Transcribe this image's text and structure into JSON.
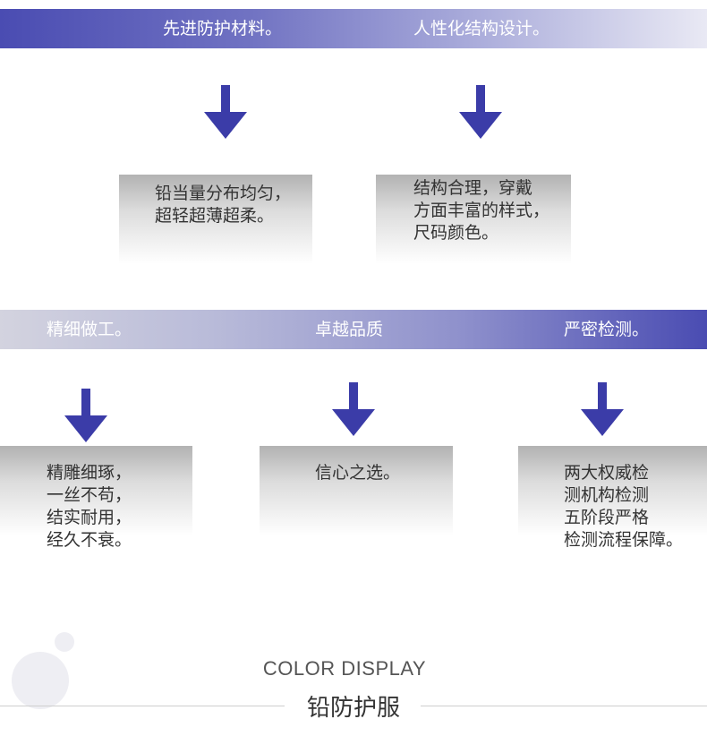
{
  "colors": {
    "accent": "#4a4cb2",
    "arrow": "#3b3ca8"
  },
  "features_top": [
    {
      "label": "先进防护材料。",
      "description": [
        "铅当量分布均匀，",
        "超轻超薄超柔。"
      ]
    },
    {
      "label": "人性化结构设计。",
      "description": [
        "结构合理，穿戴",
        "方面丰富的样式，",
        "尺码颜色。"
      ]
    }
  ],
  "features_mid": [
    {
      "label": "精细做工。",
      "description": [
        "精雕细琢，",
        "一丝不苟，",
        "结实耐用，",
        "经久不衰。"
      ]
    },
    {
      "label": "卓越品质",
      "description": [
        "信心之选。"
      ]
    },
    {
      "label": "严密检测。",
      "description": [
        "两大权威检",
        "测机构检测",
        "五阶段严格",
        "检测流程保障。"
      ]
    }
  ],
  "icons": {
    "arrow": "arrow-down-icon",
    "decor": "circle-decoration"
  },
  "footer": {
    "subtitle": "COLOR DISPLAY",
    "title": "铅防护服"
  }
}
